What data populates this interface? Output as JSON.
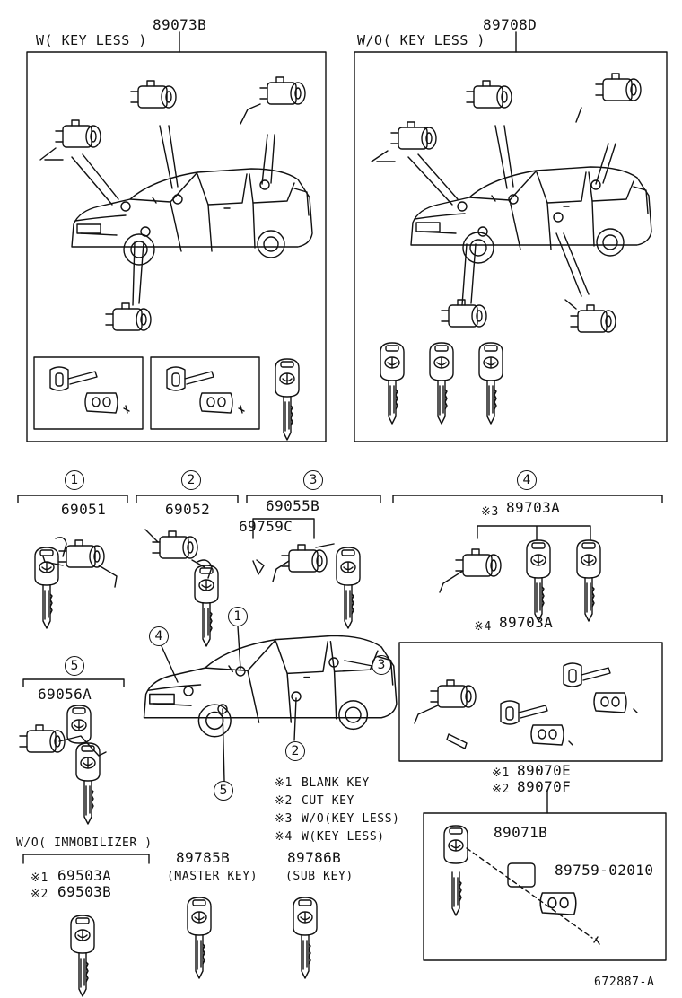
{
  "kits": {
    "w_keyless": {
      "part_no": "89073B",
      "label": "W( KEY LESS )"
    },
    "wo_keyless": {
      "part_no": "89708D",
      "label": "W/O( KEY LESS )"
    }
  },
  "callouts": {
    "c1": {
      "num": "1",
      "part_no": "69051"
    },
    "c2": {
      "num": "2",
      "part_no": "69052"
    },
    "c3": {
      "num": "3",
      "part_no": "69055B",
      "sub_part_no": "69759C"
    },
    "c4": {
      "num": "4",
      "part_no_3": "89703A",
      "mark_3": "※3",
      "part_no_4": "89703A",
      "mark_4": "※4"
    },
    "c5": {
      "num": "5",
      "part_no": "69056A"
    }
  },
  "car_labels": [
    "4",
    "1",
    "3",
    "2",
    "5"
  ],
  "legend": [
    {
      "mark": "※1",
      "text": "BLANK KEY"
    },
    {
      "mark": "※2",
      "text": "CUT KEY"
    },
    {
      "mark": "※3",
      "text": "W/O(KEY LESS)"
    },
    {
      "mark": "※4",
      "text": "W(KEY LESS)"
    }
  ],
  "blank_keys": {
    "mark_1": "※1",
    "part_1": "89070E",
    "mark_2": "※2",
    "part_2": "89070F"
  },
  "transmitter": {
    "part_case": "89071B",
    "part_screw": "89759-02010"
  },
  "immobilizer": {
    "label": "W/O( IMMOBILIZER )",
    "mark_1": "※1",
    "part_1": "69503A",
    "mark_2": "※2",
    "part_2": "69503B"
  },
  "master_key": {
    "part_no": "89785B",
    "label": "(MASTER KEY)"
  },
  "sub_key": {
    "part_no": "89786B",
    "label": "(SUB KEY)"
  },
  "figure_id": "672887-A"
}
